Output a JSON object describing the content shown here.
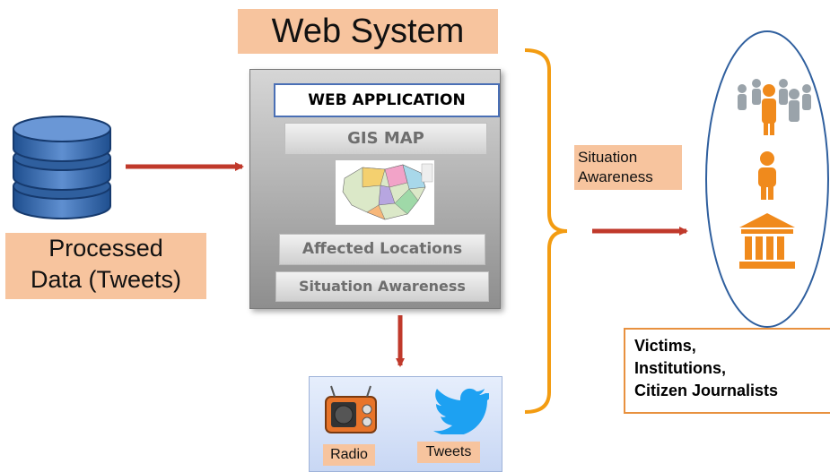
{
  "title": "Web System",
  "panel": {
    "web_application": "WEB APPLICATION",
    "gis_map": "GIS MAP",
    "affected_locations": "Affected Locations",
    "situation_awareness": "Situation Awareness"
  },
  "processed_data": {
    "line1": "Processed",
    "line2": "Data (Tweets)"
  },
  "situation_label": {
    "line1": "Situation",
    "line2": "Awareness"
  },
  "media": {
    "radio": "Radio",
    "tweets": "Tweets"
  },
  "audience": {
    "line1": "Victims,",
    "line2": "Institutions,",
    "line3": "Citizen Journalists"
  },
  "colors": {
    "arrow": "#c0392b",
    "accent_orange": "#f39c12",
    "database_blue": "#2f5f9e",
    "label_bg": "#f7c49e"
  },
  "icons": [
    "database-icon",
    "map-thumbnail",
    "radio-icon",
    "twitter-icon",
    "people-group-icon",
    "person-icon",
    "institution-icon"
  ]
}
